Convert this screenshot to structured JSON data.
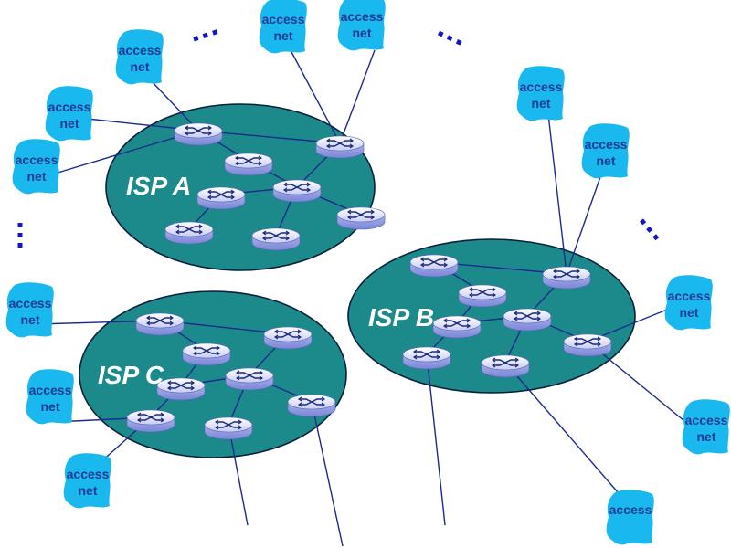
{
  "isps": [
    {
      "id": "a",
      "label": "ISP A"
    },
    {
      "id": "b",
      "label": "ISP B"
    },
    {
      "id": "c",
      "label": "ISP C"
    }
  ],
  "access_net": {
    "line1": "access",
    "line2": "net"
  },
  "colors": {
    "isp_fill": "#1c8a8a",
    "isp_stroke": "#0a1f3a",
    "cloud_fill": "#19b9f0",
    "router_fill": "#d8dcf7",
    "link_color": "#1b2a8f",
    "dots_color": "#1414c8",
    "isp_text": "#ffffff",
    "cloud_text": "#1f3a93"
  },
  "icons": {
    "router": "router-icon",
    "access_network": "cloud-icon",
    "continuation": "ellipsis-icon"
  }
}
